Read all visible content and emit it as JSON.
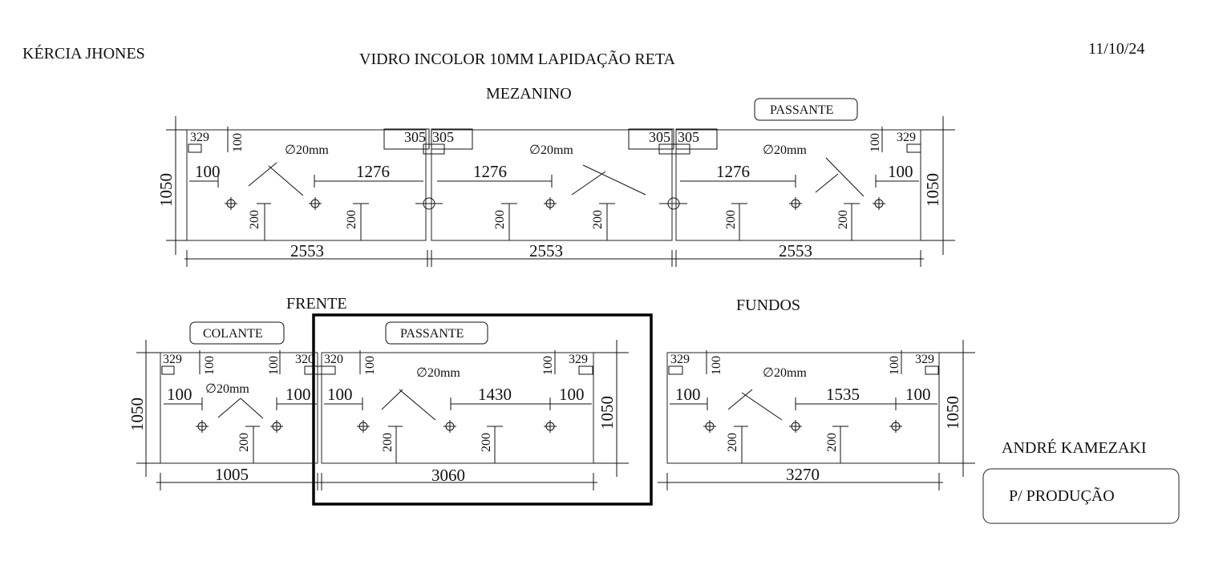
{
  "header": {
    "client": "KÉRCIA JHONES",
    "product": "VIDRO INCOLOR 10MM LAPIDAÇÃO RETA",
    "date": "11/10/24"
  },
  "sections": {
    "mezanino": "MEZANINO",
    "frente": "FRENTE",
    "fundos": "FUNDOS"
  },
  "tags": {
    "mez_right": "PASSANTE",
    "frente_left": "COLANTE",
    "frente_right": "PASSANTE"
  },
  "footer": {
    "author": "ANDRÉ KAMEZAKI",
    "status": "P/ PRODUÇÃO"
  },
  "dims": {
    "height": "1050",
    "diameter": "∅20mm",
    "mez_p1_w": "2553",
    "mez_p2_w": "2553",
    "mez_p3_w": "2553",
    "mez_p1_329": "329",
    "mez_p1_100v": "100",
    "mez_p1_305": "305",
    "mez_p1_100h": "100",
    "mez_p1_1276": "1276",
    "mez_p1_200a": "200",
    "mez_p1_200b": "200",
    "mez_p2_305a": "305",
    "mez_p2_305b": "305",
    "mez_p2_1276": "1276",
    "mez_p2_200a": "200",
    "mez_p2_200b": "200",
    "mez_p3_305": "305",
    "mez_p3_1276": "1276",
    "mez_p3_100h": "100",
    "mez_p3_100v": "100",
    "mez_p3_329": "329",
    "mez_p3_200a": "200",
    "mez_p3_200b": "200",
    "fr_p1_w": "1005",
    "fr_p1_329": "329",
    "fr_p1_100va": "100",
    "fr_p1_100vb": "100",
    "fr_p1_320": "320",
    "fr_p1_100ha": "100",
    "fr_p1_100hb": "100",
    "fr_p1_200": "200",
    "fr_p2_w": "3060",
    "fr_p2_320": "320",
    "fr_p2_100va": "100",
    "fr_p2_100vb": "100",
    "fr_p2_329": "329",
    "fr_p2_100ha": "100",
    "fr_p2_1430": "1430",
    "fr_p2_100hb": "100",
    "fr_p2_200a": "200",
    "fr_p2_200b": "200",
    "fu_w": "3270",
    "fu_329a": "329",
    "fu_100va": "100",
    "fu_100vb": "100",
    "fu_329b": "329",
    "fu_100ha": "100",
    "fu_1535": "1535",
    "fu_100hb": "100",
    "fu_200a": "200",
    "fu_200b": "200"
  }
}
